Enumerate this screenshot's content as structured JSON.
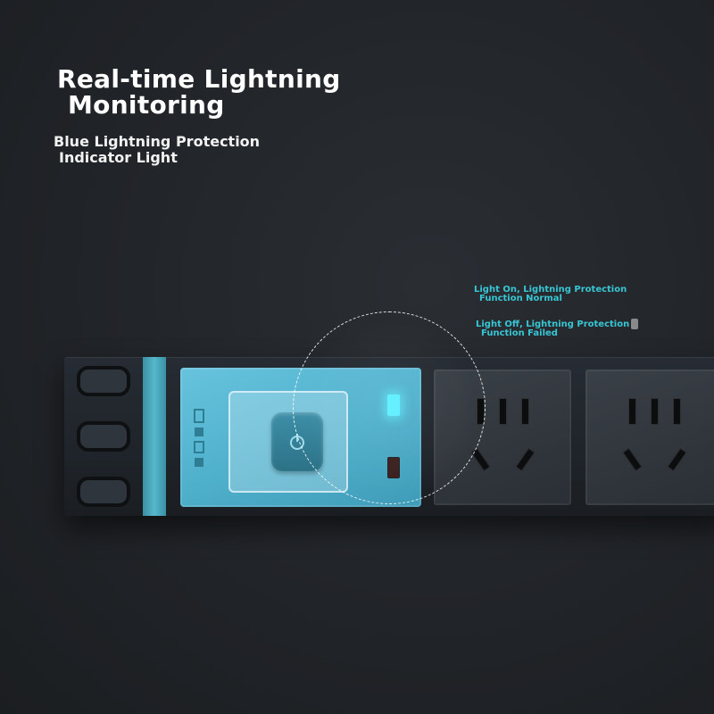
{
  "headline": {
    "line1": "Real-time Lightning",
    "line2": "Monitoring"
  },
  "subhead": {
    "line1": "Blue Lightning Protection",
    "line2": "Indicator Light"
  },
  "callouts": {
    "on": {
      "line1": "Light On, Lightning Protection",
      "line2": "Function Normal"
    },
    "off": {
      "line1": "Light Off, Lightning Protection",
      "line2": "Function Failed"
    }
  },
  "colors": {
    "accent": "#38c6d4",
    "module": "#4fb0cc",
    "background": "#212428"
  }
}
